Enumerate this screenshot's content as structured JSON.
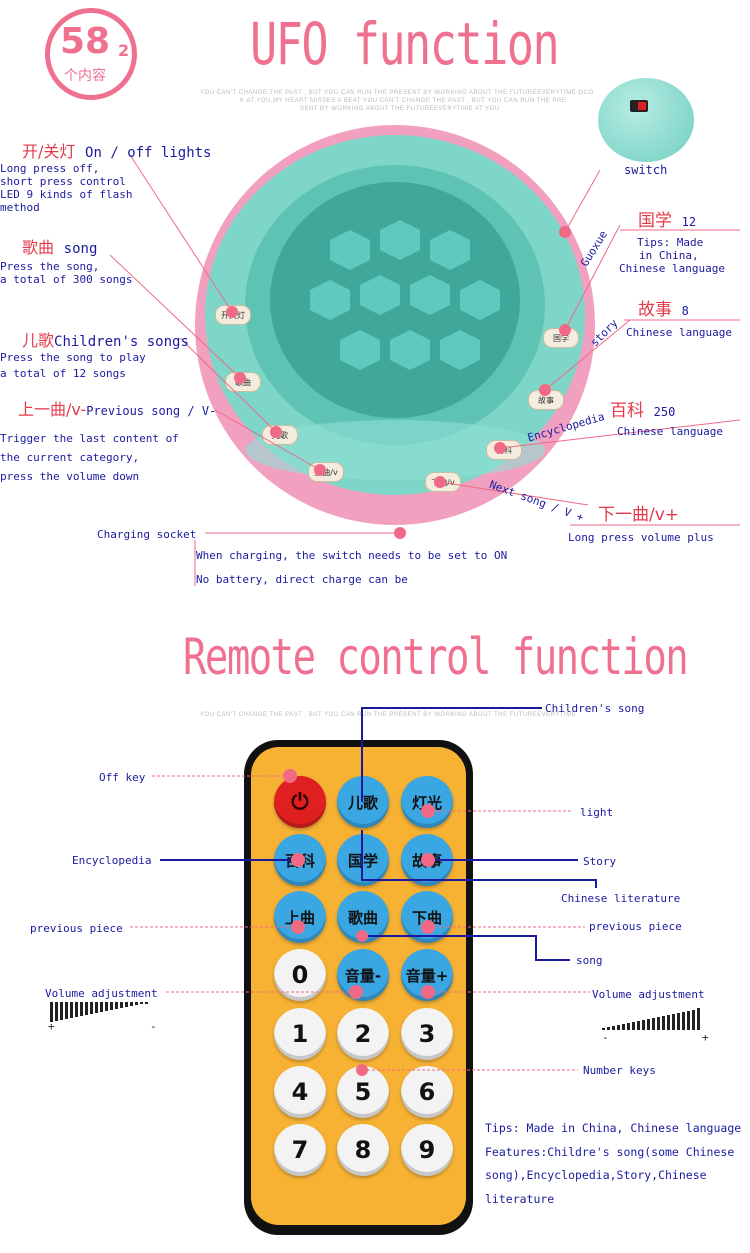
{
  "badge": {
    "number": "58",
    "sub": "2",
    "text": "个内容"
  },
  "titles": {
    "ufo": "UFO function",
    "remote": "Remote control function"
  },
  "taglines": [
    "YOU CAN'T CHANGE THE PAST , BUT YOU CAN RUN THE PRESENT BY WORKING ABOUT THE FUTUREEVERYTIME OCO",
    "K AT YOU,MY HEART MISSES A BEAT YOU CAN'T CHANGE THE PAST , BUT YOU CAN RUN THE PRE",
    "SENT BY WORKING ABOUT THE FUTUREEVERYTIME AT YOU",
    "YOU CAN'T CHANGE THE PAST , BUT YOU CAN RUN THE PRESENT BY WORKING ABOUT THE FUTUREEVERYTIME"
  ],
  "ufo": {
    "lights": {
      "cn": "开/关灯",
      "en": "On / off lights",
      "desc": [
        "Long press off,",
        "short press control",
        "LED 9 kinds of flash",
        "method"
      ]
    },
    "song": {
      "cn": "歌曲",
      "en": "song",
      "desc": [
        "Press the song,",
        "a total of 300 songs"
      ]
    },
    "children": {
      "cn": "儿歌",
      "en": "Children's songs",
      "desc": [
        "Press the song to play",
        "a total of 12 songs"
      ]
    },
    "prev": {
      "cn": "上一曲/v-",
      "en": "Previous song / V-",
      "desc": [
        "Trigger the last content of",
        "the current category,",
        "press the volume down"
      ]
    },
    "switch": "switch",
    "guoxue": {
      "cn": "国学",
      "count": "12",
      "side": "Guoxue",
      "desc": [
        "Tips: Made",
        "in China,",
        "Chinese language"
      ]
    },
    "story": {
      "cn": "故事",
      "count": "8",
      "side": "story",
      "desc": "Chinese language"
    },
    "encyclopedia": {
      "cn": "百科",
      "count": "250",
      "side": "Encyclopedia",
      "desc": "Chinese language"
    },
    "next": {
      "cn": "下一曲/v+",
      "en": "Next song / V +",
      "desc": "Long press volume plus"
    },
    "charging": {
      "label": "Charging socket",
      "note1": "When charging, the switch needs to be set to ON",
      "note2": "No battery, direct charge can be"
    },
    "device_buttons": [
      "开关灯",
      "歌曲",
      "儿歌",
      "上曲/v",
      "下曲/v",
      "百科",
      "故事",
      "国学"
    ]
  },
  "remote": {
    "keys": {
      "power": "⏻",
      "children": "儿歌",
      "light": "灯光",
      "encyclopedia": "百科",
      "guoxue": "国学",
      "story": "故事",
      "prev": "上曲",
      "song": "歌曲",
      "next": "下曲",
      "zero": "0",
      "vol_minus": "音量-",
      "vol_plus": "音量+",
      "n1": "1",
      "n2": "2",
      "n3": "3",
      "n4": "4",
      "n5": "5",
      "n6": "6",
      "n7": "7",
      "n8": "8",
      "n9": "9"
    },
    "labels": {
      "off_key": "Off key",
      "childrens_song": "Children's song",
      "light": "light",
      "encyclopedia": "Encyclopedia",
      "story": "Story",
      "chinese_literature": "Chinese literature",
      "previous_piece_left": "previous piece",
      "previous_piece_right": "previous piece",
      "song": "song",
      "volume_left": "Volume adjustment",
      "volume_right": "Volume adjustment",
      "number_keys": "Number keys",
      "plus": "+",
      "minus": "-"
    },
    "tips": [
      "Tips: Made in China, Chinese language",
      "Features:Childre's song(some Chinese",
      "song),Encyclopedia,Story,Chinese",
      "literature"
    ]
  },
  "colors": {
    "title_pink": "#f07090",
    "label_blue": "#1a1aa0",
    "label_red": "#e33a4a",
    "remote_body": "#f7b234",
    "key_blue": "#3aa6e2",
    "ufo_teal": "#7ed6c8",
    "ufo_pink": "#f2a0c0"
  }
}
